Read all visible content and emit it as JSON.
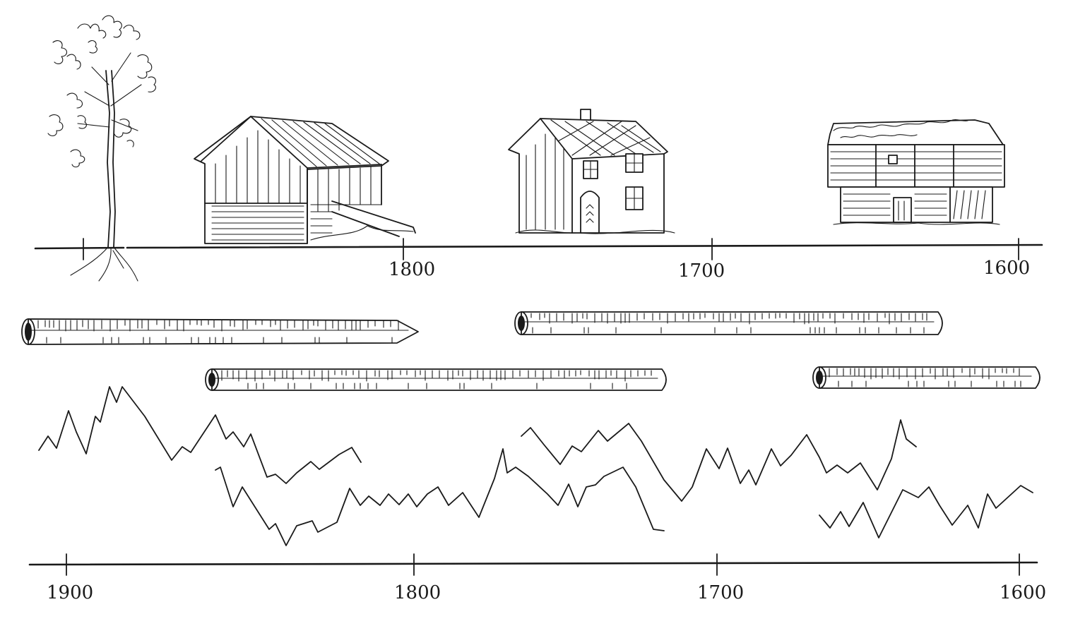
{
  "top_axis": {
    "ticks": [
      {
        "year": 1900,
        "label": ""
      },
      {
        "year": 1800,
        "label": "1800"
      },
      {
        "year": 1700,
        "label": "1700"
      },
      {
        "year": 1600,
        "label": "1600"
      }
    ]
  },
  "bottom_axis": {
    "ticks": [
      {
        "year": 1900,
        "label": "1900"
      },
      {
        "year": 1800,
        "label": "1800"
      },
      {
        "year": 1700,
        "label": "1700"
      },
      {
        "year": 1600,
        "label": "1600"
      }
    ]
  },
  "illustrations": [
    "living-tree",
    "barn",
    "two-story-house",
    "old-log-storehouse"
  ],
  "ink_color": "#1a1a1a",
  "background_color": "#ffffff"
}
